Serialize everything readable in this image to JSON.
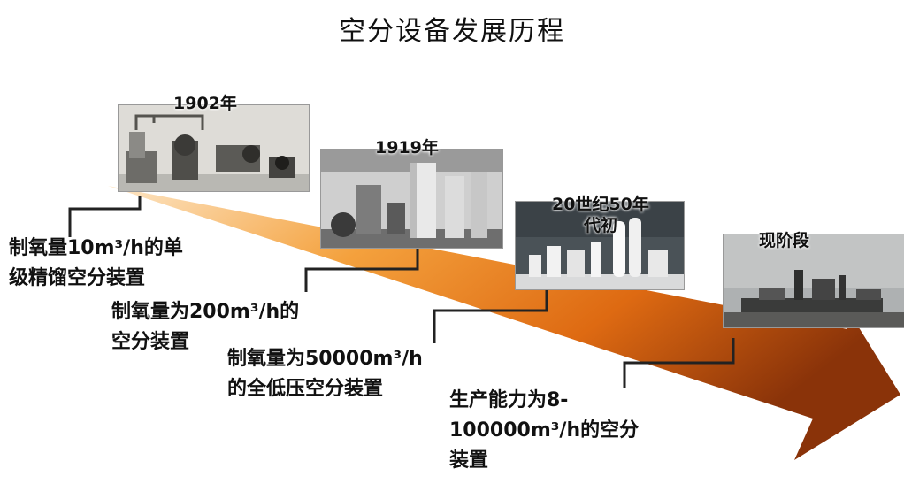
{
  "title": "空分设备发展历程",
  "colors": {
    "arrow_light": "#fbd7a6",
    "arrow_mid": "#f08a1e",
    "arrow_dark": "#8a3309",
    "connector": "#222222"
  },
  "milestones": [
    {
      "year": "1902年",
      "description_lines": [
        "制氧量10m³/h的单",
        "级精馏空分装置"
      ]
    },
    {
      "year": "1919年",
      "description_lines": [
        "制氧量为200m³/h的",
        "空分装置"
      ]
    },
    {
      "year_lines": [
        "20世纪50年",
        "代初"
      ],
      "description_lines": [
        "制氧量为50000m³/h",
        "的全低压空分装置"
      ]
    },
    {
      "year": "现阶段",
      "description_lines": [
        "生产能力为8-",
        "100000m³/h的空分",
        "装置"
      ]
    }
  ]
}
